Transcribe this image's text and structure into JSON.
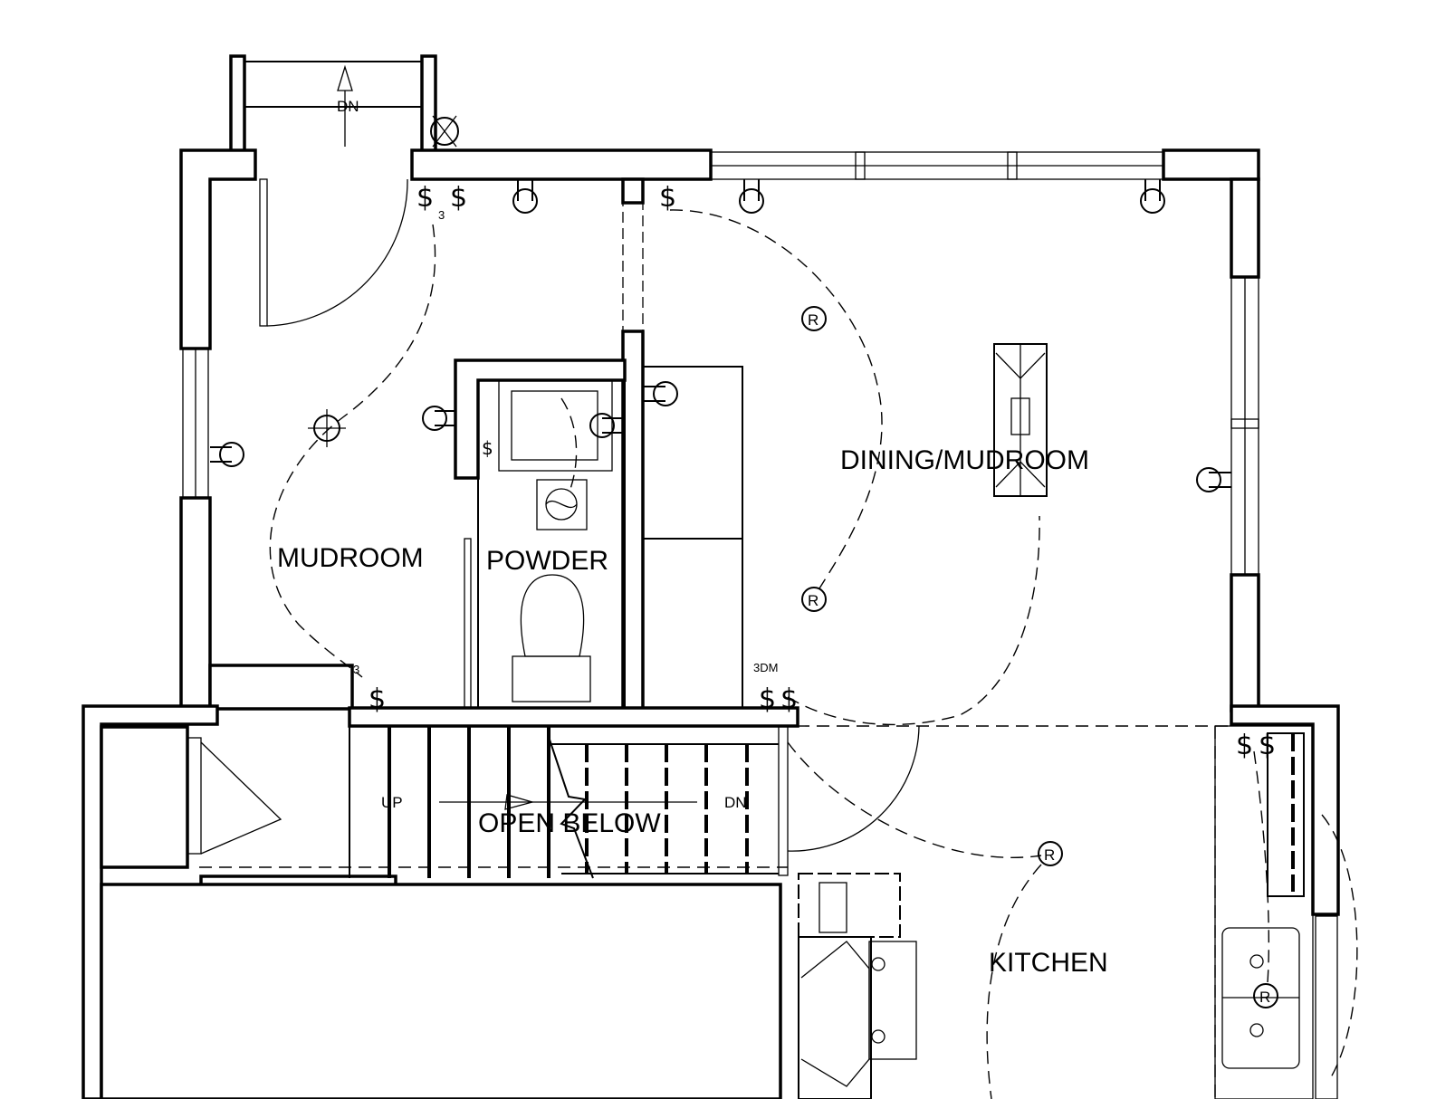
{
  "rooms": {
    "mudroom": "MUDROOM",
    "powder": "POWDER",
    "dining": "DINING/MUDROOM",
    "kitchen": "KITCHEN",
    "open_below": "OPEN BELOW"
  },
  "stairs": {
    "exterior_dn": "DN",
    "up": "UP",
    "dn": "DN"
  },
  "symbols": {
    "switch": "$",
    "receptacle": "R",
    "three_way_a": "3",
    "three_way_b": "3",
    "three_way_dimmer": "3DM"
  }
}
